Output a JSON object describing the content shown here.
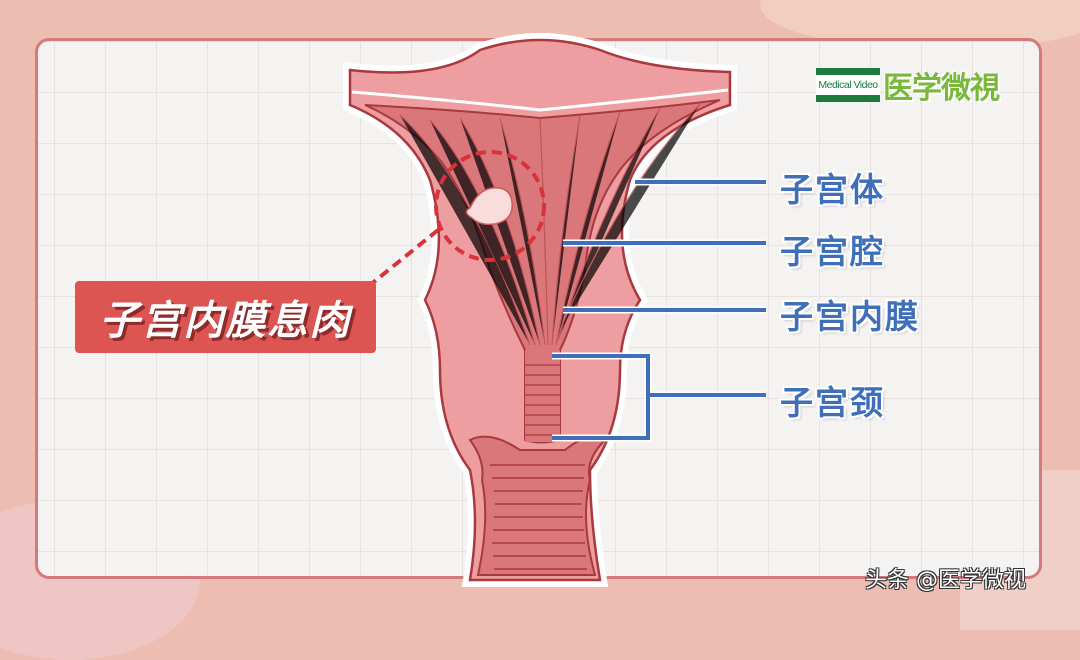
{
  "logo": {
    "brand_en": "Medical Video",
    "brand_cn": "医学微視",
    "brand_color": "#1e7a3e",
    "brand_cn_color": "#79b83a"
  },
  "callout": {
    "text": "子宫内膜息肉",
    "color": "#dc5552"
  },
  "labels": [
    {
      "text": "子宫体",
      "line": "single"
    },
    {
      "text": "子宫腔",
      "line": "single"
    },
    {
      "text": "子宫内膜",
      "line": "single"
    },
    {
      "text": "子宫颈",
      "line": "bracket"
    }
  ],
  "label_color": "#3f6fb8",
  "watermark": "头条 @医学微视",
  "colors": {
    "background": "#ecbdb0",
    "card": "#f5f3f2",
    "card_border": "#d47a7c",
    "tissue": "#ee9ea0",
    "tissue_dark": "#c95a5e",
    "outline": "#a8393e"
  }
}
